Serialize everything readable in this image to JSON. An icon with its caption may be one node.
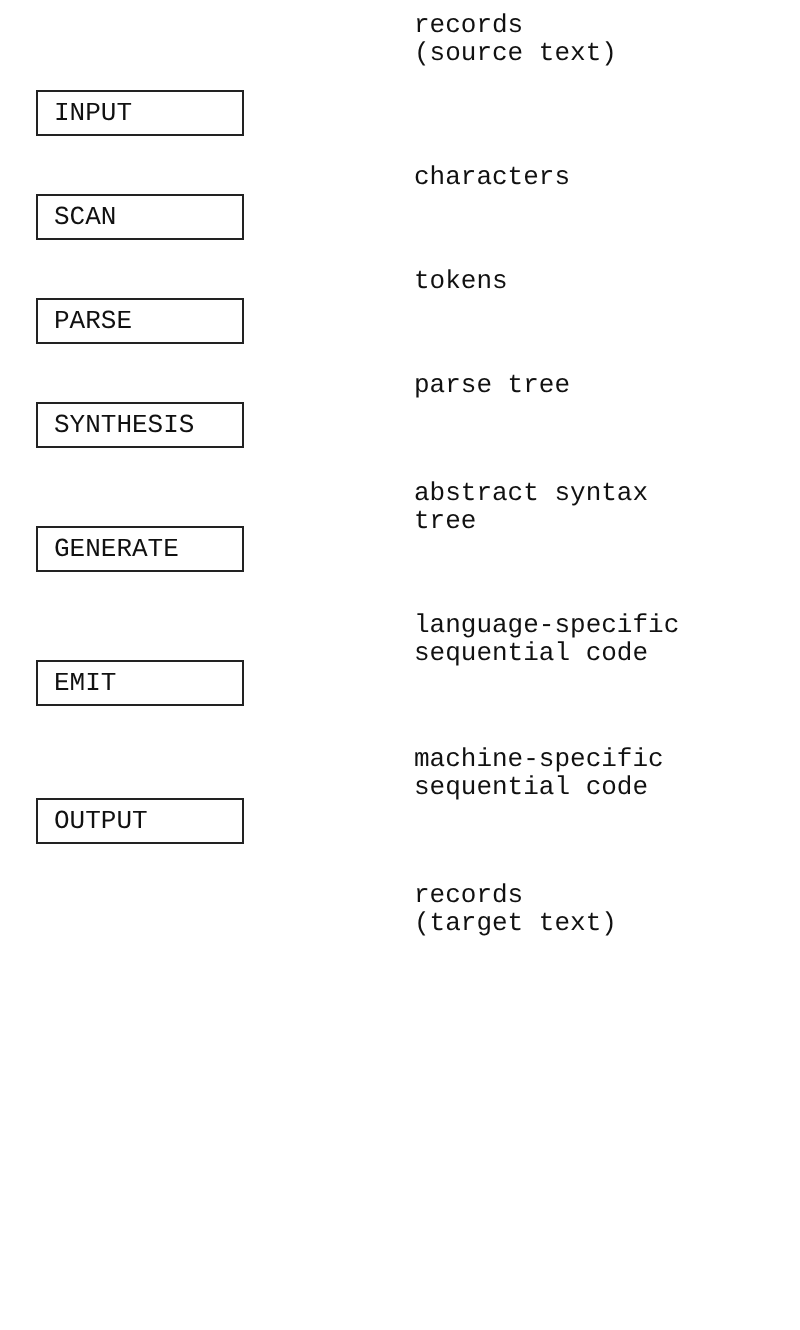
{
  "diagram": {
    "nodes": [
      {
        "text": [
          "INPUT"
        ]
      },
      {
        "text": [
          "SCAN"
        ]
      },
      {
        "text": [
          "PARSE"
        ]
      },
      {
        "text": [
          "SYNTHESIS"
        ]
      },
      {
        "text": [
          "GENERATE"
        ]
      },
      {
        "text": [
          "EMIT"
        ]
      },
      {
        "text": [
          "OUTPUT"
        ]
      }
    ],
    "labels": [
      "records (source text)",
      "characters",
      "tokens",
      "parse tree",
      "abstract syntax tree",
      "language-specific sequential code",
      "machine-specific sequential code",
      "records (target text)"
    ]
  }
}
